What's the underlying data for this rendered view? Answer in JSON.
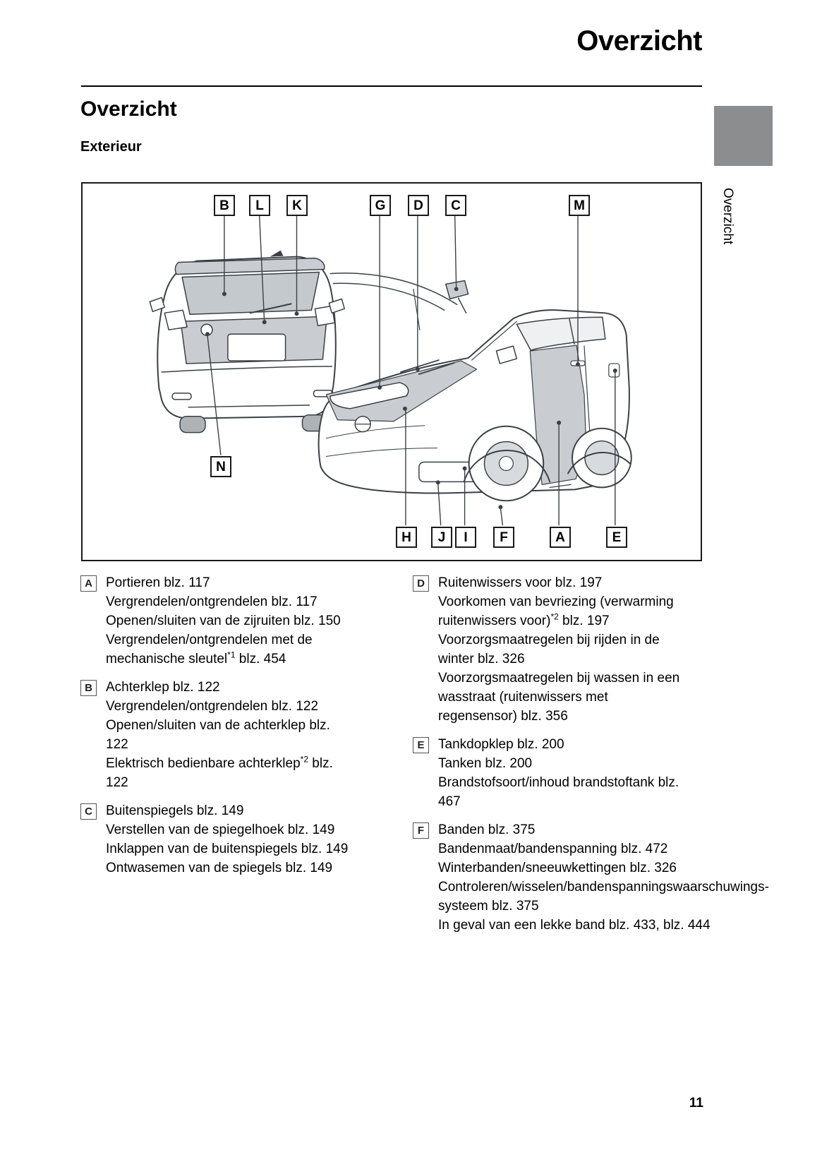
{
  "page": {
    "header_title": "Overzicht",
    "side_tab_label": "Overzicht",
    "section_title": "Overzicht",
    "subsection_title": "Exterieur",
    "page_number": "11"
  },
  "colors": {
    "tab_gray": "#8b8d8f",
    "diagram_line": "#3a4046",
    "diagram_shade": "#c9cdd1"
  },
  "diagram": {
    "callouts_top": [
      "B",
      "L",
      "K",
      "G",
      "D",
      "C",
      "M"
    ],
    "callouts_bottom": [
      "H",
      "J",
      "I",
      "F",
      "A",
      "E"
    ],
    "callout_left": "N"
  },
  "legend_left": [
    {
      "key": "A",
      "lines": [
        "Portieren blz. 117",
        "Vergrendelen/ontgrendelen blz. 117",
        "Openen/sluiten van de zijruiten blz. 150",
        "Vergrendelen/ontgrendelen met de mechanische sleutel*1 blz. 454"
      ]
    },
    {
      "key": "B",
      "lines": [
        "Achterklep blz. 122",
        "Vergrendelen/ontgrendelen blz. 122",
        "Openen/sluiten van de achterklep blz. 122",
        "Elektrisch bedienbare achterklep*2 blz. 122"
      ]
    },
    {
      "key": "C",
      "lines": [
        "Buitenspiegels blz. 149",
        "Verstellen van de spiegelhoek blz. 149",
        "Inklappen van de buitenspiegels blz. 149",
        "Ontwasemen van de spiegels blz. 149"
      ]
    }
  ],
  "legend_right": [
    {
      "key": "D",
      "lines": [
        "Ruitenwissers voor blz. 197",
        "Voorkomen van bevriezing (verwarming ruitenwissers voor)*2 blz. 197",
        "Voorzorgsmaatregelen bij rijden in de winter blz. 326",
        "Voorzorgsmaatregelen bij wassen in een wasstraat (ruitenwissers met regensensor) blz. 356"
      ]
    },
    {
      "key": "E",
      "lines": [
        "Tankdopklep blz. 200",
        "Tanken blz. 200",
        "Brandstofsoort/inhoud brandstoftank blz. 467"
      ]
    },
    {
      "key": "F",
      "lines": [
        "Banden blz. 375",
        "Bandenmaat/bandenspanning blz. 472",
        "Winterbanden/sneeuwkettingen blz. 326",
        "Controleren/wisselen/bandenspanningswaarschuwings-systeem blz. 375",
        "In geval van een lekke band blz. 433, blz. 444"
      ]
    }
  ]
}
